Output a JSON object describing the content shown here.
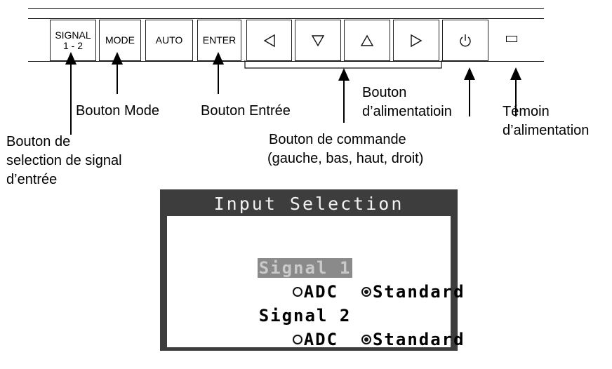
{
  "buttons": {
    "signal_line1": "SIGNAL",
    "signal_line2": "1 - 2",
    "mode": "MODE",
    "auto": "AUTO",
    "enter": "ENTER"
  },
  "icons": {
    "left": "triangle-left-icon",
    "down": "triangle-down-icon",
    "up": "triangle-up-icon",
    "right": "triangle-right-icon",
    "power": "power-icon",
    "indicator": "power-indicator-icon"
  },
  "labels": {
    "mode": "Bouton Mode",
    "enter": "Bouton Entrée",
    "power_line1": "Bouton",
    "power_line2": "d’alimentatioin",
    "indicator_line1": "Témoin",
    "indicator_line2": "d’alimentation",
    "control_line1": "Bouton de commande",
    "control_line2": "(gauche, bas, haut,  droit)",
    "signal_line1": "Bouton de",
    "signal_line2": "selection de signal",
    "signal_line3": "d’entrée"
  },
  "osd": {
    "title": "Input Selection",
    "signal1_label": "Signal 1",
    "signal2_label": "Signal 2",
    "option_adc": "ADC",
    "option_standard": "Standard"
  }
}
